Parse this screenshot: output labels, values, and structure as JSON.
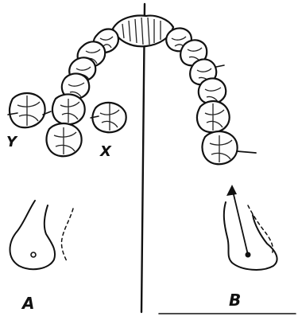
{
  "figure": {
    "labels": {
      "side_left": "A",
      "side_right": "B",
      "tooth_y": "Y",
      "tooth_x": "X"
    }
  }
}
